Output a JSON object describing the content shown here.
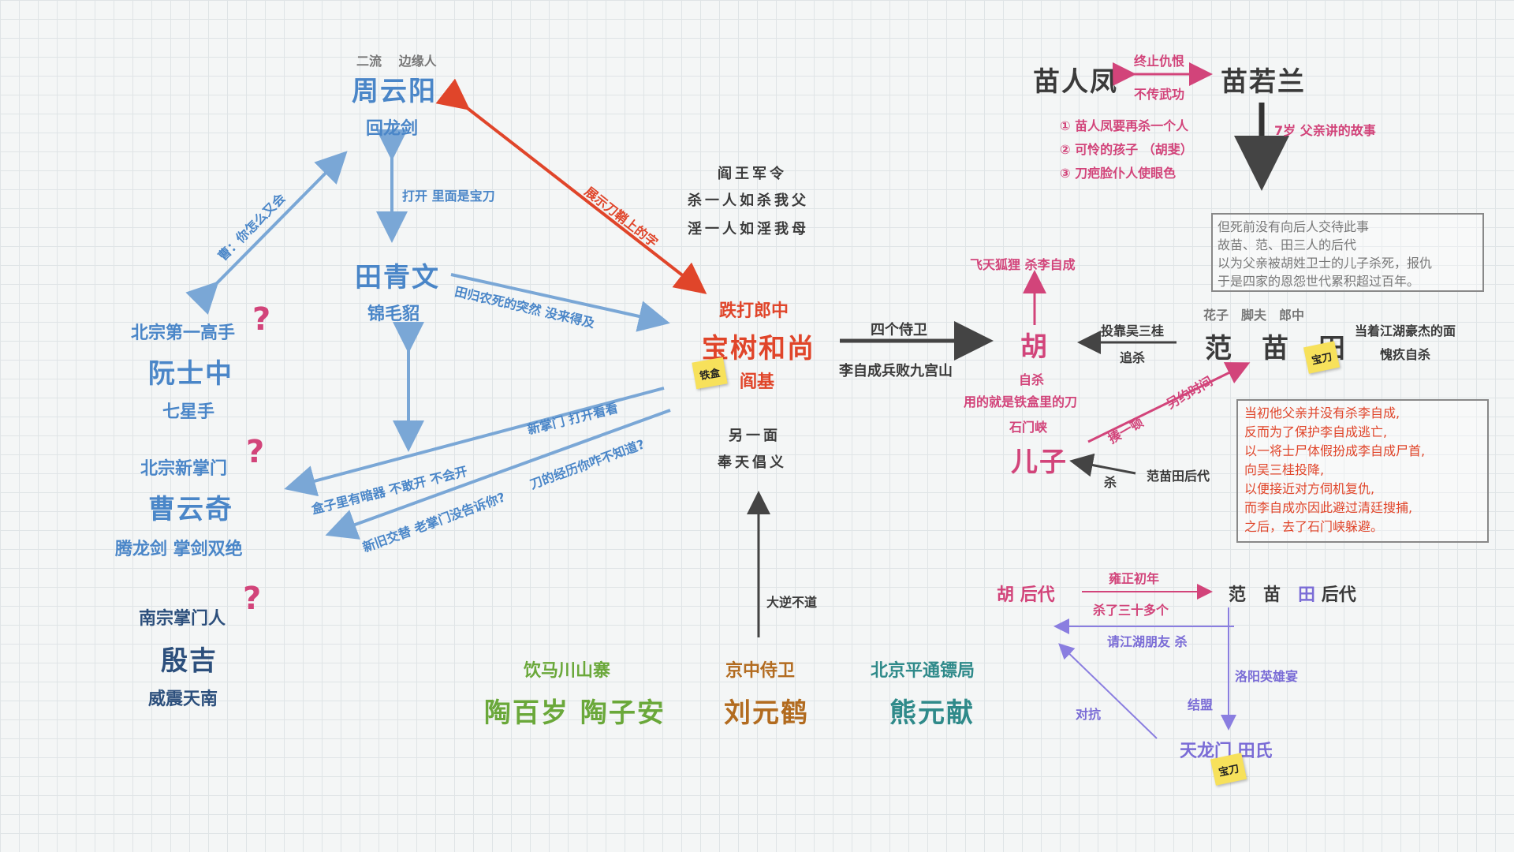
{
  "colors": {
    "blue": "#4a86c8",
    "dark_blue": "#2c4f7c",
    "red": "#e0452a",
    "pink": "#d2447a",
    "dark": "#3a3a3a",
    "green": "#6aa83a",
    "brown": "#b26b1f",
    "teal": "#2f8a8a",
    "violet": "#7a6cd6",
    "sticky": "#f7e15b"
  },
  "zhou": {
    "tags": "二流　 边缘人",
    "name": "周云阳",
    "weapon": "回龙剑"
  },
  "tian": {
    "name": "田青文",
    "weapon": "锦毛貂"
  },
  "ruan": {
    "title": "北宗第一高手",
    "name": "阮士中",
    "skill": "七星手"
  },
  "cao": {
    "title": "北宗新掌门",
    "name": "曹云奇",
    "skill": "腾龙剑 掌剑双绝"
  },
  "yin": {
    "title": "南宗掌门人",
    "name": "殷吉",
    "skill": "威震天南"
  },
  "question_mark": "?",
  "monk": {
    "title": "跌打郎中",
    "name": "宝树和尚",
    "alias": "阎基",
    "sticky": "铁盒",
    "motto": [
      "阎王军令",
      "杀一人如杀我父",
      "淫一人如淫我母"
    ],
    "other_side": [
      "另一面",
      "奉天倡义"
    ]
  },
  "labels": {
    "open_blade": "打开 里面是宝刀",
    "tian_death": "田归农死的突然 没来得及",
    "show_sheath": "展示刀鞘上的字",
    "why_together": "曹：你怎么又会",
    "new_leader_open": "新掌门 打开看看",
    "box_hidden": "盒子里有暗器 不敢开 不会开",
    "blade_history": "刀的经历你咋不知道?",
    "old_new": "新旧交替 老掌门没告诉你?",
    "four_guards": "四个侍卫",
    "li_defeat": "李自成兵败九宫山",
    "rebellion": "大逆不道"
  },
  "factions": [
    {
      "place": "饮马川山寨",
      "names": "陶百岁 陶子安"
    },
    {
      "place": "京中侍卫",
      "names": "刘元鹤"
    },
    {
      "place": "北京平通镖局",
      "names": "熊元献"
    }
  ],
  "miao": {
    "renfeng": "苗人凤",
    "ruolan": "苗若兰",
    "edge_top": "终止仇恨",
    "edge_bottom": "不传武功",
    "story_label": "7岁 父亲讲的故事",
    "list": [
      "① 苗人凤要再杀一个人",
      "② 可怜的孩子 （胡斐）",
      "③ 刀疤脸仆人使眼色"
    ]
  },
  "note1": [
    "但死前没有向后人交待此事",
    "故苗、范、田三人的后代",
    "以为父亲被胡姓卫士的儿子杀死，报仇",
    "于是四家的恩怨世代累积超过百年。"
  ],
  "hu": {
    "fox": "飞天狐狸 杀李自成",
    "name": "胡",
    "suicide": "自杀",
    "suicide_weapon": "用的就是铁盒里的刀",
    "place": "石门峡",
    "son": "儿子"
  },
  "fmt": {
    "roles": "花子　脚夫　郎中",
    "names": "范　苗　田",
    "sticky": "宝刀",
    "right_top": "当着江湖豪杰的面",
    "right_bottom": "愧疚自杀",
    "surrender": "投靠吴三桂",
    "chase": "追杀",
    "beaten": "揍一顿",
    "appointment": "另约时间",
    "kill": "杀",
    "descendants": "范苗田后代"
  },
  "note2": [
    "当初他父亲并没有杀李自成,",
    "反而为了保护李自成逃亡,",
    "以一将士尸体假扮成李自成尸首,",
    "向吴三桂投降,",
    "以便接近对方伺机复仇,",
    "而李自成亦因此避过清廷搜捕,",
    "之后，去了石门峡躲避。"
  ],
  "bottom": {
    "hu_desc": "胡 后代",
    "era": "雍正初年",
    "killed": "杀了三十多个",
    "fmt_prefix": "范　苗　",
    "fmt_tian": "田",
    "fmt_suffix": " 后代",
    "invite": "请江湖朋友 杀",
    "luoyang": "洛阳英雄宴",
    "ally": "结盟",
    "oppose": "对抗",
    "tianlong": "天龙门 田氏",
    "sticky": "宝刀"
  }
}
